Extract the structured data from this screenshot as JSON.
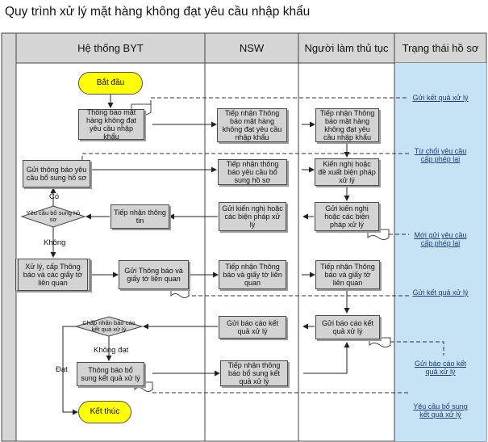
{
  "title": "Quy trình xử lý mặt hàng không đạt yêu cầu nhập khẩu",
  "lanes": {
    "byt": "Hệ thống BYT",
    "nsw": "NSW",
    "nlt": "Người làm thủ tục",
    "status": "Trạng thái hồ sơ"
  },
  "terminals": {
    "start": "Bắt đầu",
    "end": "Kết thúc"
  },
  "byt": {
    "notify_fail": "Thông báo mặt hàng không đạt yêu cầu nhập khẩu",
    "request_supp": "Gửi thông báo yêu cầu bổ sung hồ sơ",
    "recv_info": "Tiếp nhận thông tin",
    "process": "Xử lý, cấp Thông báo và các giấy tờ liên quan",
    "send_notice": "Gửi Thông báo và giấy tờ liên quan",
    "notify_supp_result": "Thông báo bổ sung kết quả xử lý"
  },
  "decisions": {
    "need_supp": "Yêu cầu bổ sung hồ sơ",
    "accept_report": "Chấp nhận báo cáo kết quả xử lý"
  },
  "nsw": {
    "recv_notice": "Tiếp nhận Thông báo mặt hàng không đạt yêu cầu nhập khẩu",
    "recv_supp": "Tiếp nhận thông báo yêu cầu bổ sung hồ sơ",
    "send_proposal": "Gửi kiến nghị hoặc các biện pháp xử lý",
    "recv_docs": "Tiếp nhận Thông báo và giấy tờ liên quan",
    "send_report": "Gửi báo cáo kết quả xử lý",
    "recv_supp_result": "Tiếp nhận thông báo bổ sung kết quả xử lý"
  },
  "nlt": {
    "recv_notice": "Tiếp nhận Thông báo mặt hàng không đạt yêu cầu nhập khẩu",
    "propose": "Kiến nghị hoặc đề xuất biện pháp xử lý",
    "send_proposal": "Gửi kiến nghị hoặc các biện pháp xử lý",
    "recv_docs": "Tiếp nhận Thông báo và giấy tờ liên quan",
    "send_report": "Gửi báo cáo kết quả xử lý"
  },
  "status": {
    "s1": "Gửi kết quả xử lý",
    "s2": "Từ chối yêu cầu cấp phép lại",
    "s3": "Mới gửi yêu cầu cấp phép lại",
    "s4": "Gửi kết quả xử lý",
    "s5": "Gửi báo cáo kết quả xử lý",
    "s6": "Yêu cầu bổ sung kết quả xử lý"
  },
  "labels": {
    "co": "Có",
    "khong": "Không",
    "khong_dat": "Không đạt",
    "dat": "Đạt"
  }
}
